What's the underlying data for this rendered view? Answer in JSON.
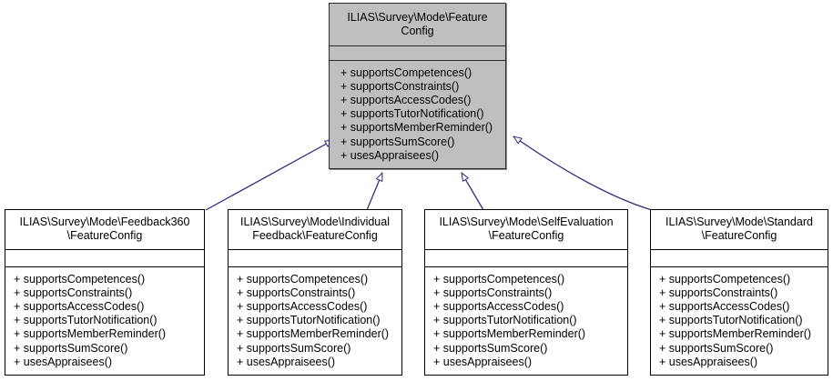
{
  "diagram": {
    "type": "uml-class-inheritance",
    "title": "ILIAS Survey Mode FeatureConfig inheritance diagram",
    "edge_color": "#2a2a7a",
    "base_fill_color": "#bfbfbf",
    "derived_fill_color": "#ffffff",
    "border_color": "#000000",
    "relationship": "generalization"
  },
  "base_class": {
    "id": "feature-config",
    "title": "ILIAS\\Survey\\Mode\\Feature\nConfig",
    "attributes": [],
    "operations": [
      "+ supportsCompetences()",
      "+ supportsConstraints()",
      "+ supportsAccessCodes()",
      "+ supportsTutorNotification()",
      "+ supportsMemberReminder()",
      "+ supportsSumScore()",
      "+ usesAppraisees()"
    ]
  },
  "derived_classes": [
    {
      "id": "feedback360-feature-config",
      "title": "ILIAS\\Survey\\Mode\\Feedback360\n\\FeatureConfig",
      "attributes": [],
      "operations": [
        "+ supportsCompetences()",
        "+ supportsConstraints()",
        "+ supportsAccessCodes()",
        "+ supportsTutorNotification()",
        "+ supportsMemberReminder()",
        "+ supportsSumScore()",
        "+ usesAppraisees()"
      ]
    },
    {
      "id": "individual-feedback-feature-config",
      "title": "ILIAS\\Survey\\Mode\\Individual\nFeedback\\FeatureConfig",
      "attributes": [],
      "operations": [
        "+ supportsCompetences()",
        "+ supportsConstraints()",
        "+ supportsAccessCodes()",
        "+ supportsTutorNotification()",
        "+ supportsMemberReminder()",
        "+ supportsSumScore()",
        "+ usesAppraisees()"
      ]
    },
    {
      "id": "selfevaluation-feature-config",
      "title": "ILIAS\\Survey\\Mode\\SelfEvaluation\n\\FeatureConfig",
      "attributes": [],
      "operations": [
        "+ supportsCompetences()",
        "+ supportsConstraints()",
        "+ supportsAccessCodes()",
        "+ supportsTutorNotification()",
        "+ supportsMemberReminder()",
        "+ supportsSumScore()",
        "+ usesAppraisees()"
      ]
    },
    {
      "id": "standard-feature-config",
      "title": "ILIAS\\Survey\\Mode\\Standard\n\\FeatureConfig",
      "attributes": [],
      "operations": [
        "+ supportsCompetences()",
        "+ supportsConstraints()",
        "+ supportsAccessCodes()",
        "+ supportsTutorNotification()",
        "+ supportsMemberReminder()",
        "+ supportsSumScore()",
        "+ usesAppraisees()"
      ]
    }
  ]
}
